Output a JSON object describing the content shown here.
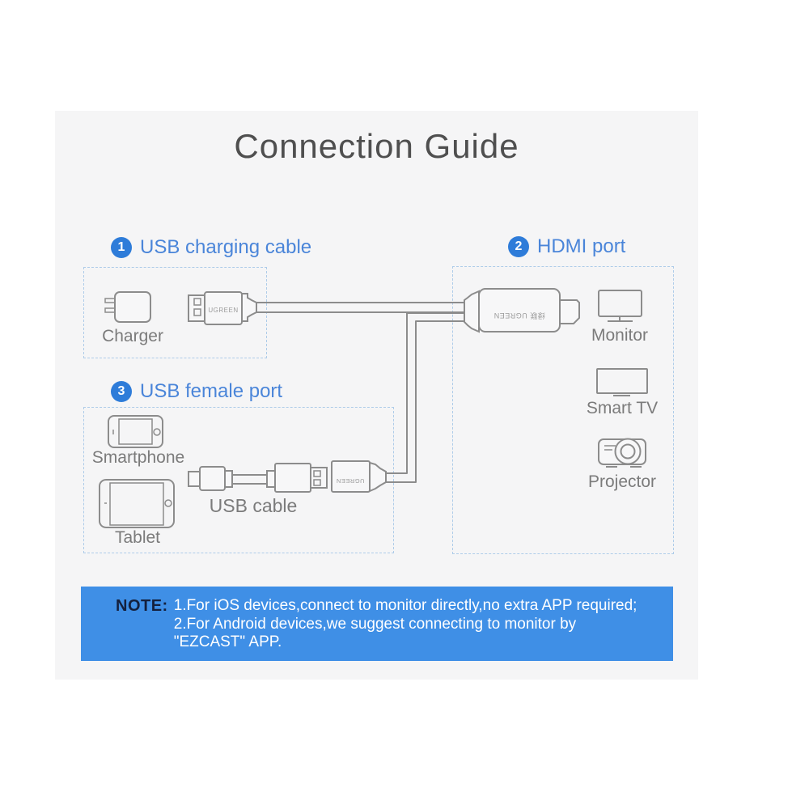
{
  "page": {
    "title": "Connection Guide"
  },
  "colors": {
    "panel": "#f5f5f6",
    "accent_blue": "#4a85d9",
    "badge_blue": "#2e7cd9",
    "note_bg": "#3f8fe6",
    "note_label": "#14203d",
    "outline": "#8c8c8c",
    "label": "#7b7b7b",
    "dashed": "#aecce9",
    "title": "#4f4f4f"
  },
  "sections": [
    {
      "id": "usb-charging-cable",
      "badge": "1",
      "label": "USB charging cable"
    },
    {
      "id": "hdmi-port",
      "badge": "2",
      "label": "HDMI port"
    },
    {
      "id": "usb-female-port",
      "badge": "3",
      "label": "USB female port"
    }
  ],
  "labels": {
    "charger": "Charger",
    "monitor": "Monitor",
    "smart_tv": "Smart TV",
    "projector": "Projector",
    "smartphone": "Smartphone",
    "tablet": "Tablet",
    "usb_cable": "USB cable"
  },
  "brands": {
    "usb_plug": "UGREEN",
    "hdmi_connector": "绿联 UGREEN",
    "female_adapter": "UGREEN"
  },
  "note": {
    "label": "NOTE:",
    "lines": [
      "1.For iOS devices,connect to monitor directly,no extra APP required;",
      "2.For Android devices,we suggest connecting to monitor by",
      "\"EZCAST\" APP."
    ]
  }
}
